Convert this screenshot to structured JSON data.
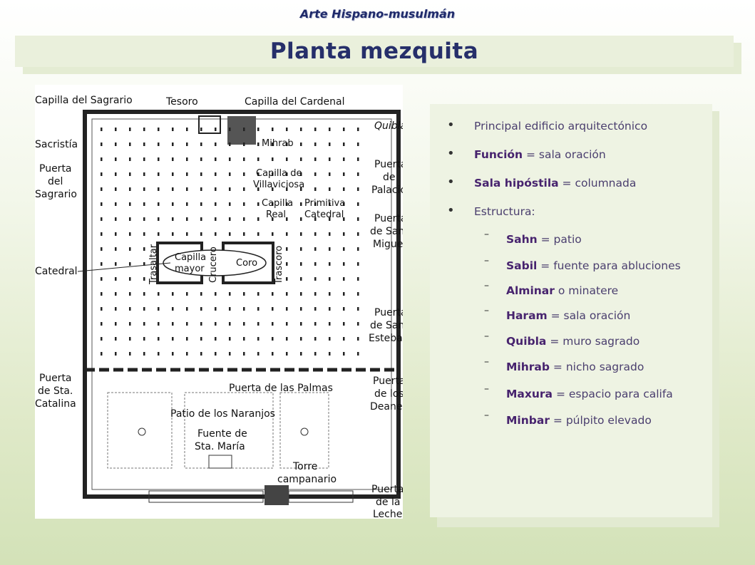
{
  "header": "Arte Hispano-musulmán",
  "title": "Planta mezquita",
  "plan_labels": {
    "capilla_sagrario": "Capilla del Sagrario",
    "tesoro": "Tesoro",
    "capilla_cardenal": "Capilla del Cardenal",
    "quibla": "Quibla",
    "sacristia": "Sacristía",
    "mihrab": "Mihrab",
    "puerta_sagrario_1": "Puerta",
    "puerta_sagrario_2": "del",
    "puerta_sagrario_3": "Sagrario",
    "puerta_palacio_1": "Puerta",
    "puerta_palacio_2": "de",
    "puerta_palacio_3": "Palacio",
    "villaviciosa_1": "Capilla de",
    "villaviciosa_2": "Villaviciosa",
    "capilla_real_1": "Capilla",
    "capilla_real_2": "Real",
    "primitiva_1": "Primitiva",
    "primitiva_2": "Catedral",
    "puerta_miguel_1": "Puerta",
    "puerta_miguel_2": "de San",
    "puerta_miguel_3": "Miguel",
    "trasaltar": "Trasaltar",
    "capilla_mayor_1": "Capilla",
    "capilla_mayor_2": "mayor",
    "crucero": "Crucero",
    "coro": "Coro",
    "trascoro": "Trascoro",
    "catedral": "Catedral",
    "puerta_esteban_1": "Puerta",
    "puerta_esteban_2": "de San",
    "puerta_esteban_3": "Esteban",
    "puerta_catalina_1": "Puerta",
    "puerta_catalina_2": "de Sta.",
    "puerta_catalina_3": "Catalina",
    "puerta_palmas": "Puerta de las Palmas",
    "puerta_deanes_1": "Puerta",
    "puerta_deanes_2": "de los",
    "puerta_deanes_3": "Deanes",
    "patio_naranjos": "Patio de los Naranjos",
    "fuente_1": "Fuente de",
    "fuente_2": "Sta. María",
    "torre_1": "Torre",
    "torre_2": "campanario",
    "puerta_leche_1": "Puerta",
    "puerta_leche_2": "de la",
    "puerta_leche_3": "Leche"
  },
  "bullets": [
    {
      "bold": "",
      "rest": "Principal edificio arquitectónico"
    },
    {
      "bold": "Función",
      "rest": " = sala oración"
    },
    {
      "bold": "Sala hipóstila",
      "rest": " = columnada"
    },
    {
      "bold": "",
      "rest": "Estructura:"
    }
  ],
  "sub_bullets": [
    {
      "bold": "Sahn",
      "rest": " = patio"
    },
    {
      "bold": "Sabil",
      "rest": " = fuente para abluciones"
    },
    {
      "bold": "Alminar",
      "rest": " o minatere"
    },
    {
      "bold": "Haram",
      "rest": " = sala oración"
    },
    {
      "bold": "Quibla",
      "rest": " = muro sagrado"
    },
    {
      "bold": "Mihrab",
      "rest": " = nicho sagrado"
    },
    {
      "bold": "Maxura",
      "rest": "  = espacio para califa"
    },
    {
      "bold": "Minbar",
      "rest": " = púlpito elevado"
    }
  ]
}
